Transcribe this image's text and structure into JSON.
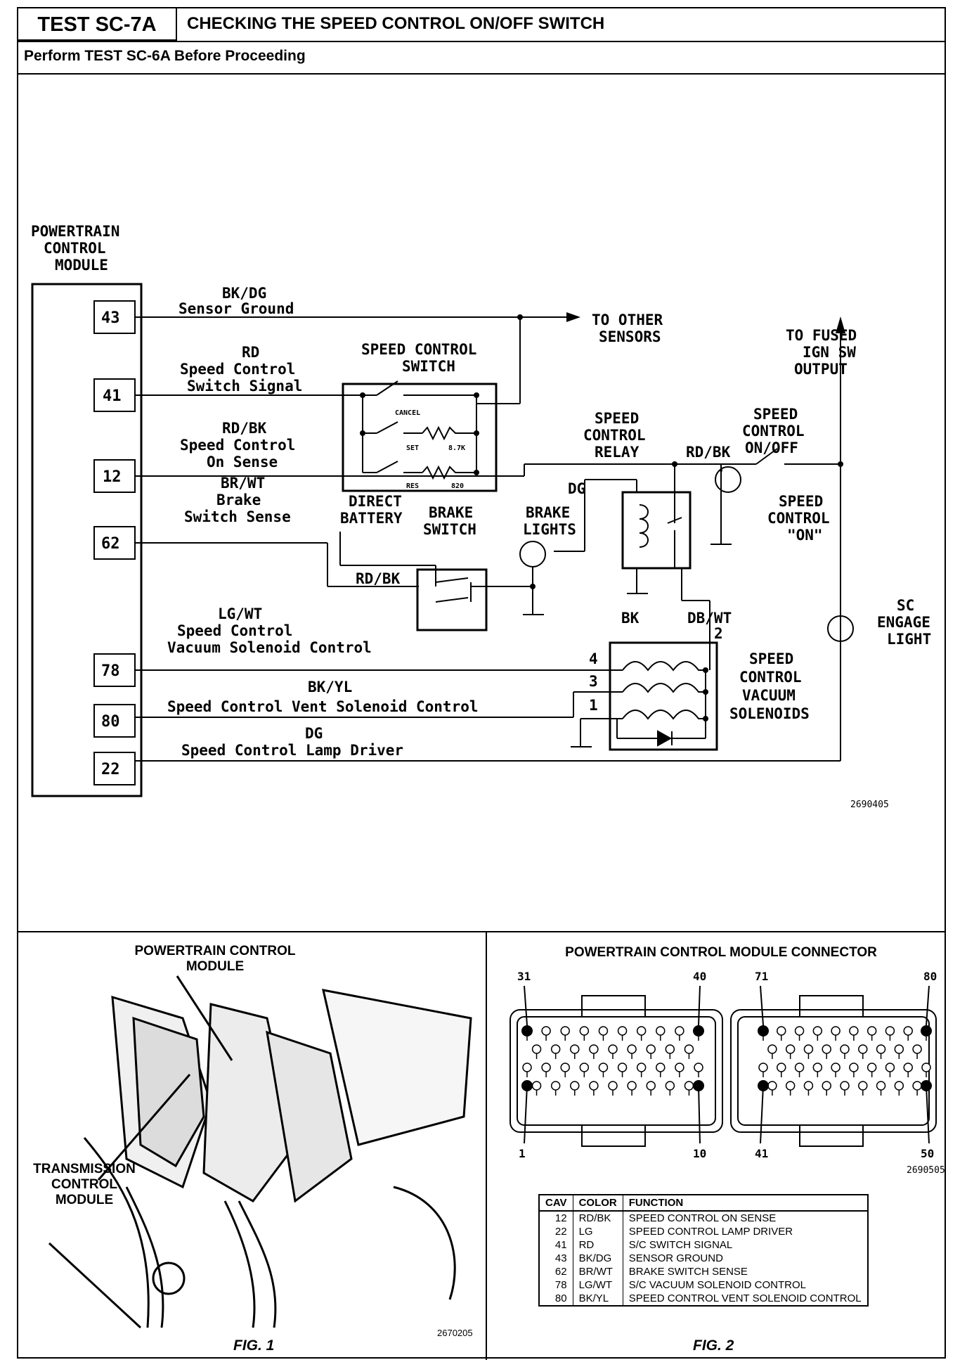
{
  "header": {
    "test_id": "TEST SC-7A",
    "title": "CHECKING THE SPEED CONTROL ON/OFF SWITCH",
    "subtitle": "Perform TEST SC-6A Before Proceeding"
  },
  "diagram": {
    "pcm_label": [
      "POWERTRAIN",
      "CONTROL",
      "MODULE"
    ],
    "pins": [
      {
        "num": "43",
        "color": "BK/DG",
        "desc": [
          "Sensor Ground"
        ]
      },
      {
        "num": "41",
        "color": "RD",
        "desc": [
          "Speed Control",
          "Switch Signal"
        ]
      },
      {
        "num": "12",
        "color": "RD/BK",
        "desc": [
          "Speed Control",
          "On Sense"
        ]
      },
      {
        "num": "62",
        "color": "BR/WT",
        "desc": [
          "Brake",
          "Switch Sense"
        ]
      },
      {
        "num": "78",
        "color": "LG/WT",
        "desc": [
          "Speed Control",
          "Vacuum Solenoid Control"
        ]
      },
      {
        "num": "80",
        "color": "BK/YL",
        "desc": [
          "Speed Control Vent Solenoid Control"
        ]
      },
      {
        "num": "22",
        "color": "DG",
        "desc": [
          "Speed Control Lamp Driver"
        ]
      }
    ],
    "to_other_sensors": [
      "TO OTHER",
      "SENSORS"
    ],
    "speed_control_switch": [
      "SPEED CONTROL",
      "SWITCH"
    ],
    "switch_labels": {
      "cancel": "CANCEL",
      "set": "SET",
      "res": "RES",
      "r1": "8.7K",
      "r2": "820"
    },
    "to_fused": [
      "TO FUSED",
      "IGN SW",
      "OUTPUT"
    ],
    "relay_label": [
      "SPEED",
      "CONTROL",
      "RELAY"
    ],
    "relay_wire": "RD/BK",
    "onoff_label": [
      "SPEED",
      "CONTROL",
      "ON/OFF"
    ],
    "on_lamp_label": [
      "SPEED",
      "CONTROL",
      "\"ON\""
    ],
    "dg_label": "DG",
    "direct_battery": [
      "DIRECT",
      "BATTERY"
    ],
    "brake_switch": [
      "BRAKE",
      "SWITCH"
    ],
    "brake_lights": [
      "BRAKE",
      "LIGHTS"
    ],
    "brake_wire": "RD/BK",
    "bk_label": "BK",
    "dbwt_label": "DB/WT",
    "sol_pins": [
      "4",
      "3",
      "1",
      "2"
    ],
    "sc_engage": [
      "SC",
      "ENGAGE",
      "LIGHT"
    ],
    "solenoid_label": [
      "SPEED",
      "CONTROL",
      "VACUUM",
      "SOLENOIDS"
    ],
    "ref": "2690405"
  },
  "fig1": {
    "pcm_label": [
      "POWERTRAIN CONTROL",
      "MODULE"
    ],
    "tcm_label": [
      "TRANSMISSION",
      "CONTROL",
      "MODULE"
    ],
    "ref": "2670205",
    "caption": "FIG. 1"
  },
  "fig2": {
    "title": "POWERTRAIN CONTROL MODULE CONNECTOR",
    "pin_labels": [
      "31",
      "40",
      "71",
      "80",
      "1",
      "10",
      "41",
      "50"
    ],
    "ref": "2690505",
    "caption": "FIG. 2",
    "table": {
      "headers": [
        "CAV",
        "COLOR",
        "FUNCTION"
      ],
      "rows": [
        [
          "12",
          "RD/BK",
          "SPEED CONTROL ON SENSE"
        ],
        [
          "22",
          "LG",
          "SPEED CONTROL LAMP DRIVER"
        ],
        [
          "41",
          "RD",
          "S/C SWITCH SIGNAL"
        ],
        [
          "43",
          "BK/DG",
          "SENSOR GROUND"
        ],
        [
          "62",
          "BR/WT",
          "BRAKE SWITCH SENSE"
        ],
        [
          "78",
          "LG/WT",
          "S/C VACUUM SOLENOID CONTROL"
        ],
        [
          "80",
          "BK/YL",
          "SPEED CONTROL VENT SOLENOID CONTROL"
        ]
      ]
    }
  }
}
